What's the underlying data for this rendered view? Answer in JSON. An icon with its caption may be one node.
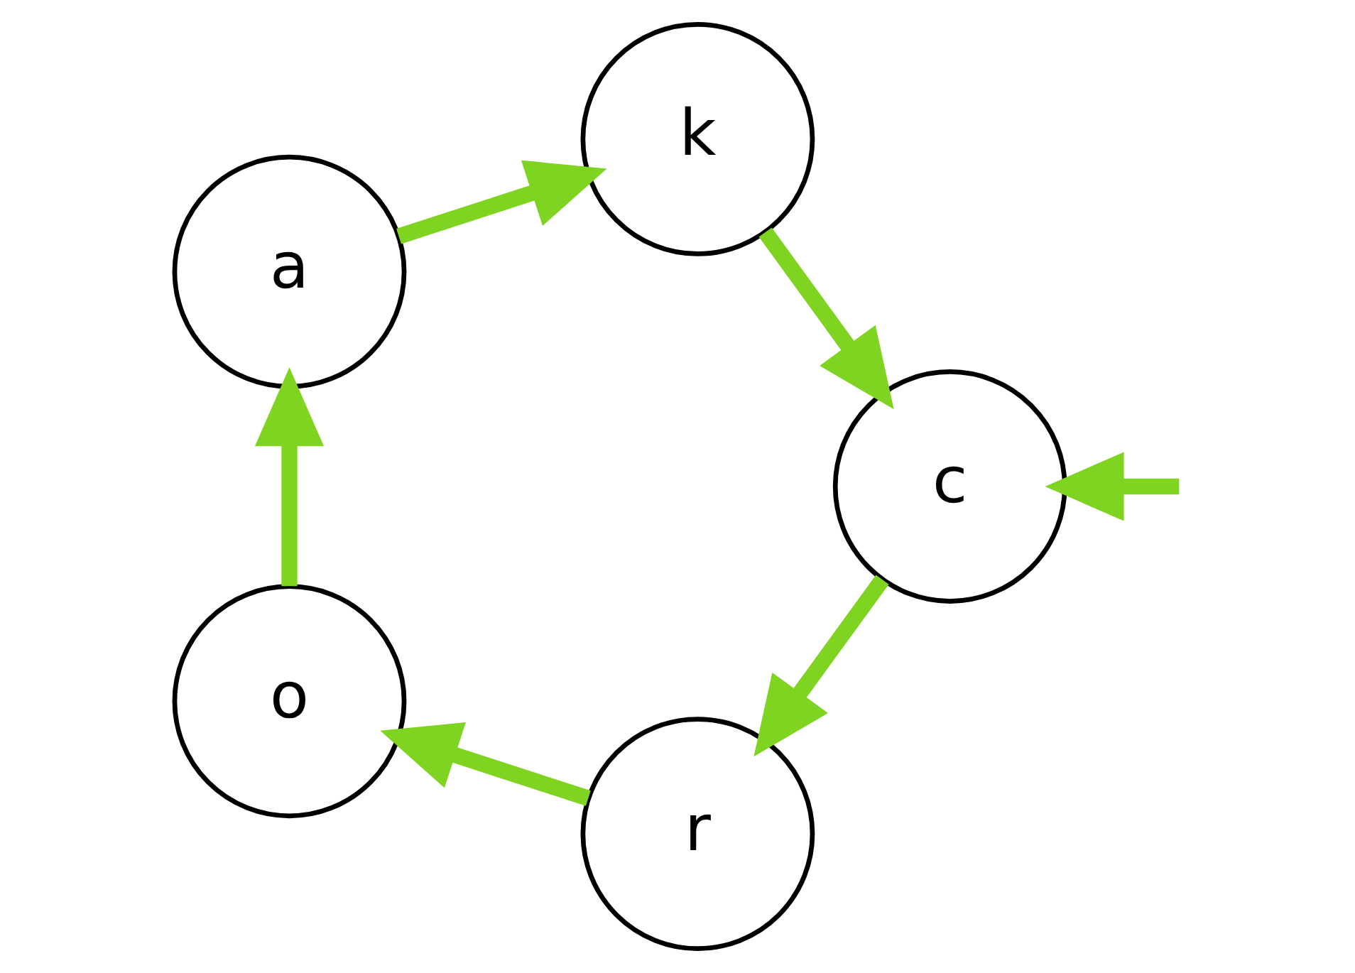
{
  "diagram": {
    "nodes": [
      {
        "text": [
          "c"
        ]
      },
      {
        "text": [
          "r"
        ]
      },
      {
        "text": [
          "o"
        ]
      },
      {
        "text": [
          "a"
        ]
      },
      {
        "text": [
          "k"
        ]
      }
    ],
    "edges": [
      {
        "from": null,
        "to": 0,
        "arrow": "to"
      },
      {
        "from": 0,
        "to": 1,
        "arrow": "to"
      },
      {
        "from": 1,
        "to": 2,
        "arrow": "to"
      },
      {
        "from": 2,
        "to": 3,
        "arrow": "to"
      },
      {
        "from": 3,
        "to": 4,
        "arrow": "to"
      },
      {
        "from": 4,
        "to": 0,
        "arrow": "to"
      }
    ]
  }
}
